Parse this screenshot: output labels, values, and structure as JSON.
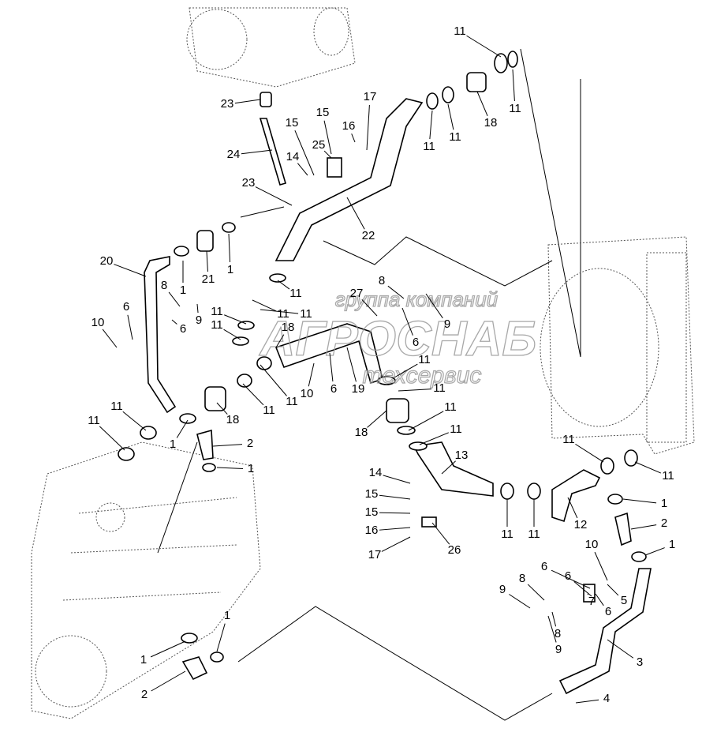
{
  "callouts": [
    "11",
    "11",
    "18",
    "11",
    "11",
    "23",
    "17",
    "15",
    "15",
    "16",
    "24",
    "25",
    "14",
    "23",
    "22",
    "20",
    "21",
    "1",
    "8",
    "1",
    "11",
    "27",
    "8",
    "11",
    "11",
    "9",
    "6",
    "10",
    "11",
    "11",
    "18",
    "9",
    "6",
    "6",
    "11",
    "10",
    "6",
    "19",
    "11",
    "11",
    "18",
    "11",
    "11",
    "11",
    "18",
    "11",
    "11",
    "1",
    "2",
    "1",
    "13",
    "14",
    "15",
    "15",
    "16",
    "17",
    "26",
    "11",
    "11",
    "12",
    "11",
    "11",
    "1",
    "2",
    "1",
    "10",
    "6",
    "6",
    "8",
    "9",
    "5",
    "7",
    "6",
    "8",
    "9",
    "3",
    "4",
    "1",
    "1",
    "2"
  ],
  "watermark": {
    "line1": "группа компаний",
    "line2": "АГРОСНАБ",
    "line3": "техсервис"
  }
}
